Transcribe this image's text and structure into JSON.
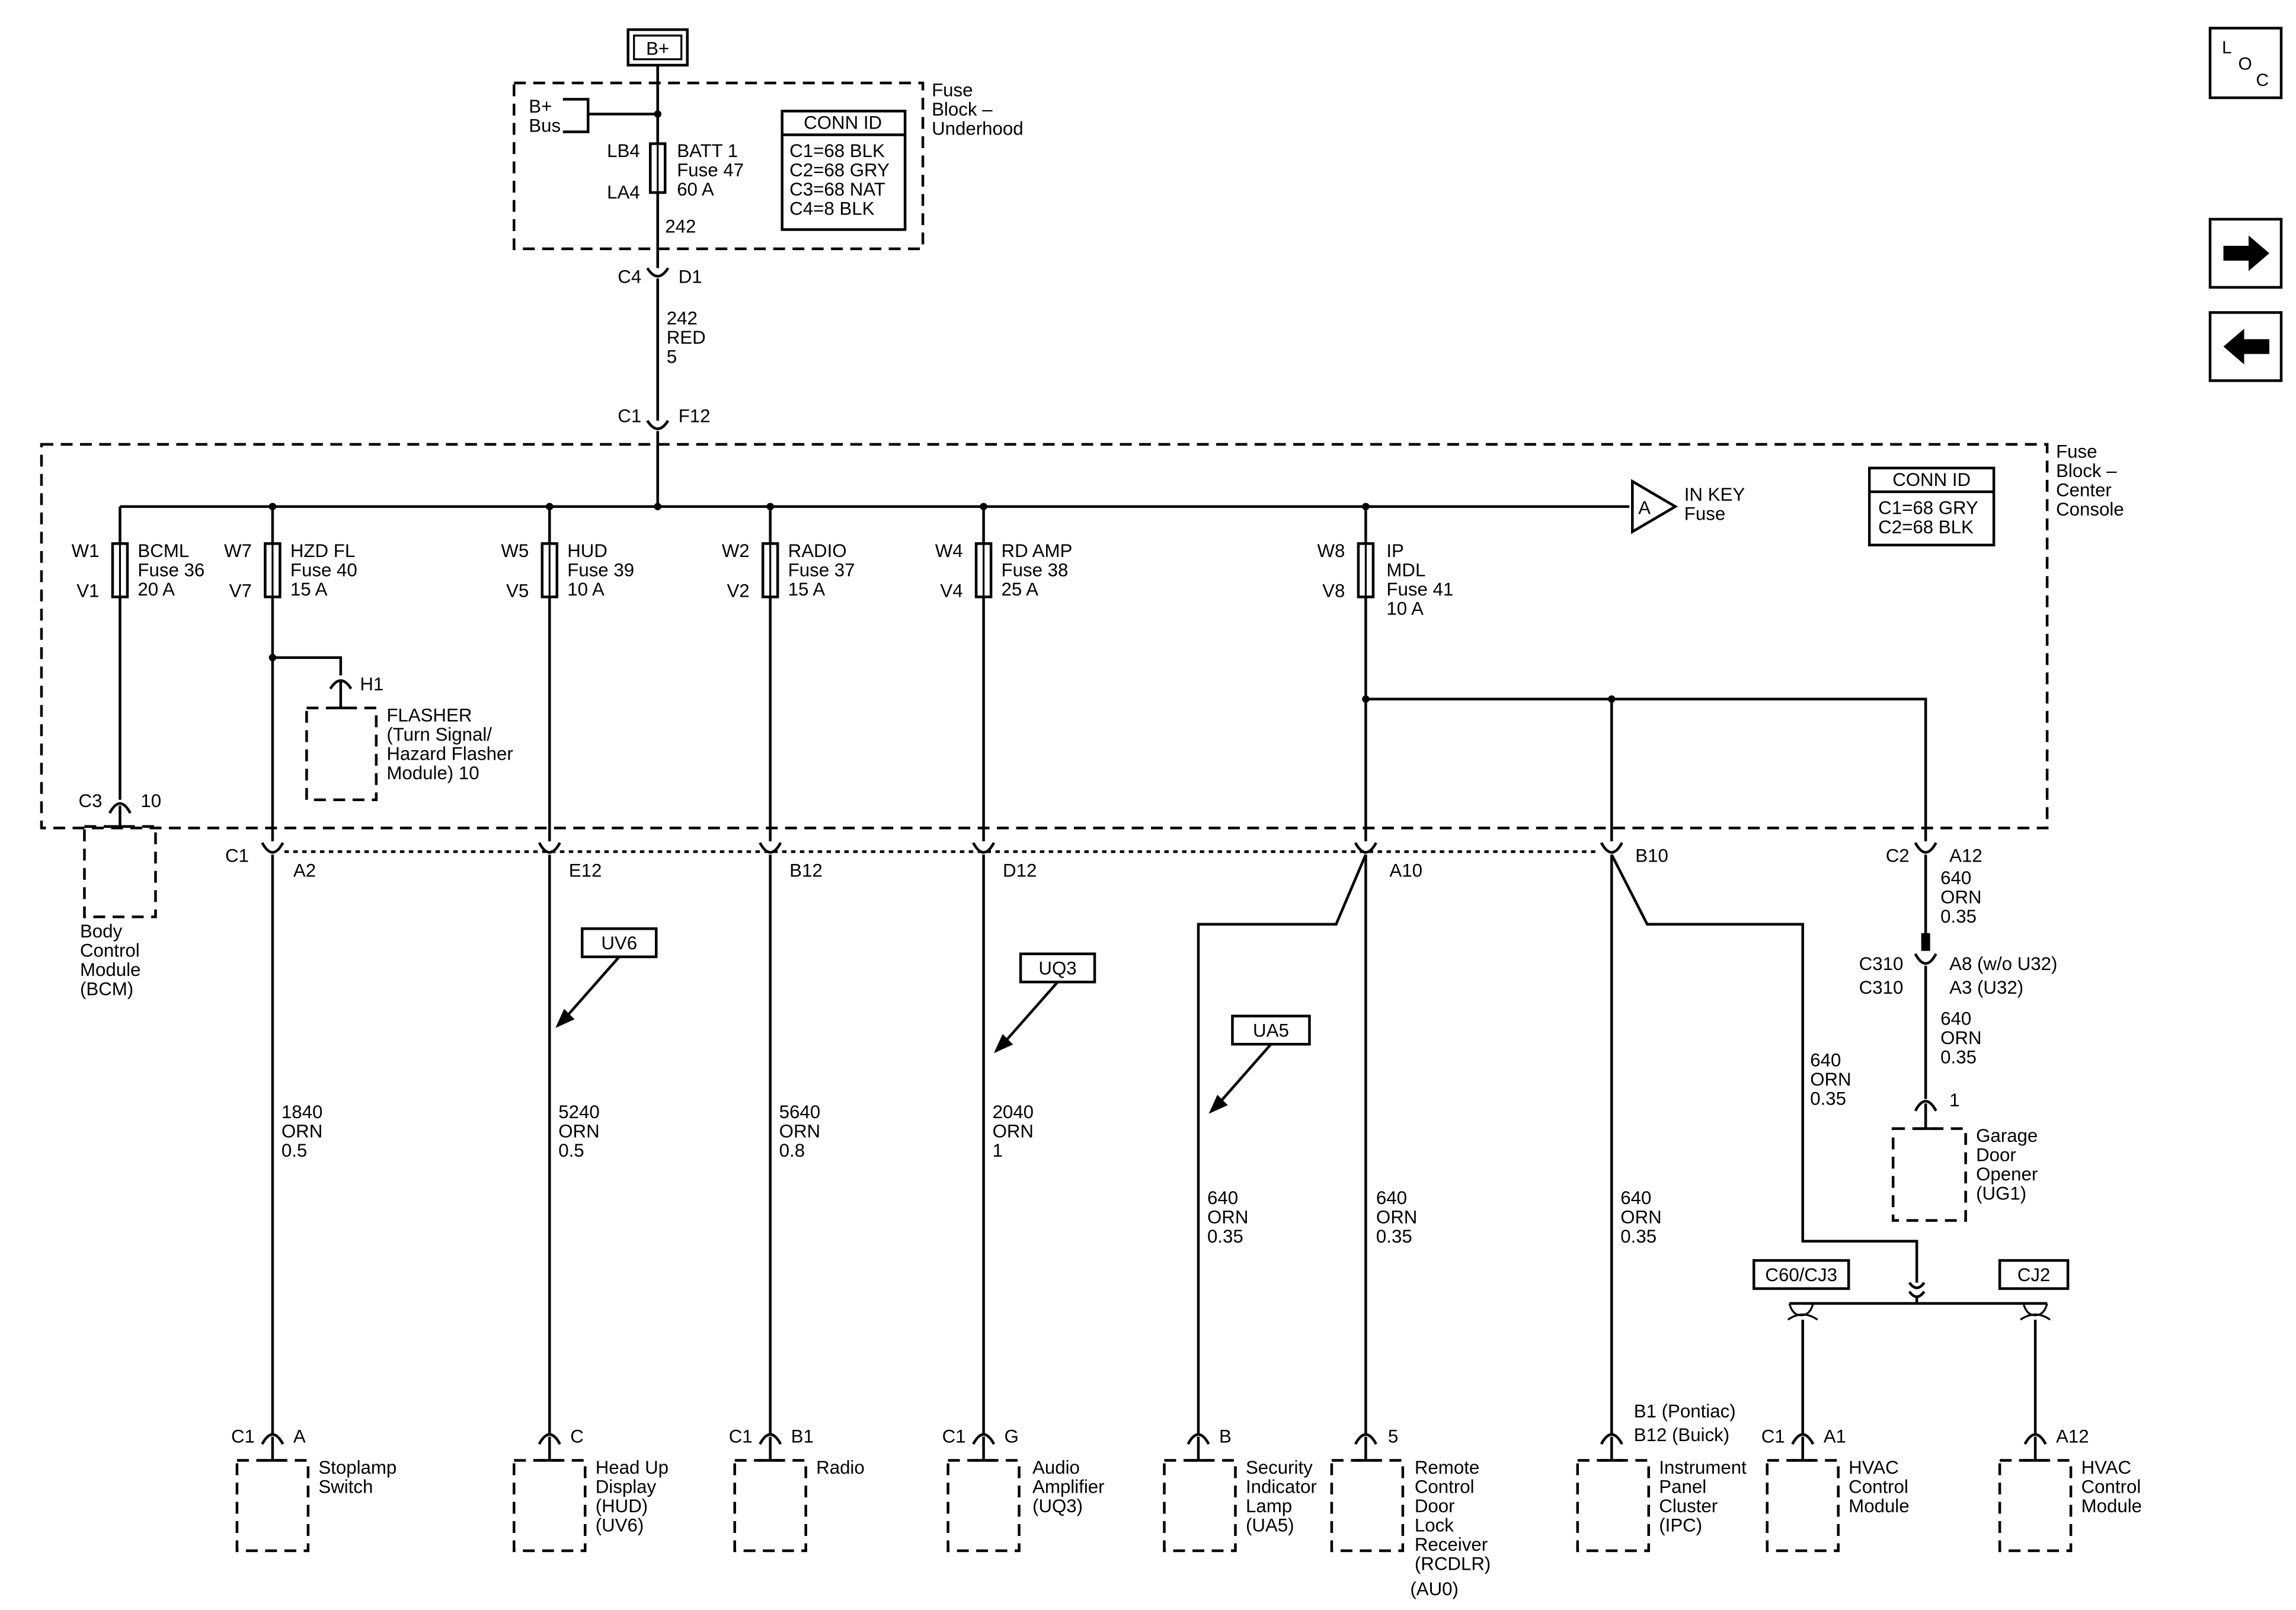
{
  "power": {
    "source": "B+"
  },
  "underhood": {
    "block_label": [
      "Fuse",
      "Block –",
      "Underhood"
    ],
    "bus_label": [
      "B+",
      "Bus"
    ],
    "fuse_top_cavity": "LB4",
    "fuse_bottom_cavity": "LA4",
    "fuse_lines": [
      "BATT 1",
      "Fuse 47",
      "60 A"
    ],
    "circuit": "242",
    "conn_title": "CONN ID",
    "conn_rows": [
      "C1=68 BLK",
      "C2=68 GRY",
      "C3=68 NAT",
      "C4=8 BLK"
    ]
  },
  "link_wire": {
    "upper_conn": "C4",
    "upper_pin": "D1",
    "wire_lines": [
      "242",
      "RED",
      "5"
    ],
    "lower_conn": "C1",
    "lower_pin": "F12"
  },
  "console": {
    "block_label": [
      "Fuse",
      "Block –",
      "Center",
      "Console"
    ],
    "conn_title": "CONN ID",
    "conn_rows": [
      "C1=68 GRY",
      "C2=68 BLK"
    ],
    "offpage_letter": "A",
    "offpage_label": [
      "IN KEY",
      "Fuse"
    ],
    "flasher_pin": "H1",
    "flasher_lines": [
      "FLASHER",
      "(Turn Signal/",
      "Hazard Flasher",
      "Module) 10"
    ],
    "bcm_conn": "C3",
    "bcm_pin": "10",
    "bcm_lines": [
      "Body",
      "Control",
      "Module",
      "(BCM)"
    ],
    "c1_label": "C1",
    "c2_label": "C2"
  },
  "fuses": [
    {
      "top": "W1",
      "bottom": "V1",
      "lines": [
        "BCML",
        "Fuse 36",
        "20 A"
      ]
    },
    {
      "top": "W7",
      "bottom": "V7",
      "lines": [
        "HZD FL",
        "Fuse 40",
        "15 A"
      ]
    },
    {
      "top": "W5",
      "bottom": "V5",
      "lines": [
        "HUD",
        "Fuse 39",
        "10 A"
      ]
    },
    {
      "top": "W2",
      "bottom": "V2",
      "lines": [
        "RADIO",
        "Fuse 37",
        "15 A"
      ]
    },
    {
      "top": "W4",
      "bottom": "V4",
      "lines": [
        "RD AMP",
        "Fuse 38",
        "25 A"
      ]
    },
    {
      "top": "W8",
      "bottom": "V8",
      "lines": [
        "IP",
        "MDL",
        "Fuse 41",
        "10 A"
      ]
    }
  ],
  "pins": {
    "stop": "A2",
    "hud": "E12",
    "radio": "B12",
    "amp": "D12",
    "sec": "A10",
    "ipc": "B10",
    "gdo": "A12"
  },
  "option_tags": {
    "hud": "UV6",
    "amp": "UQ3",
    "sec": "UA5",
    "hvac_left": "C60/CJ3",
    "hvac_right": "CJ2"
  },
  "wires": {
    "stop": [
      "1840",
      "ORN",
      "0.5"
    ],
    "hud": [
      "5240",
      "ORN",
      "0.5"
    ],
    "radio": [
      "5640",
      "ORN",
      "0.8"
    ],
    "amp": [
      "2040",
      "ORN",
      "1"
    ],
    "sec": [
      "640",
      "ORN",
      "0.35"
    ],
    "rcdlr": [
      "640",
      "ORN",
      "0.35"
    ],
    "ipc": [
      "640",
      "ORN",
      "0.35"
    ],
    "hvac": [
      "640",
      "ORN",
      "0.35"
    ],
    "gdo_upper": [
      "640",
      "ORN",
      "0.35"
    ],
    "gdo_lower": [
      "640",
      "ORN",
      "0.35"
    ]
  },
  "inline_conn": {
    "conn_a": "C310",
    "pin_a": "A8 (w/o U32)",
    "conn_b": "C310",
    "pin_b": "A3 (U32)"
  },
  "components": {
    "stop": {
      "conn": "C1",
      "pin": "A",
      "lines": [
        "Stoplamp",
        "Switch"
      ]
    },
    "hud": {
      "conn": "",
      "pin": "C",
      "lines": [
        "Head Up",
        "Display",
        "(HUD)",
        "(UV6)"
      ]
    },
    "radio": {
      "conn": "C1",
      "pin": "B1",
      "lines": [
        "Radio"
      ]
    },
    "amp": {
      "conn": "C1",
      "pin": "G",
      "lines": [
        "Audio",
        "Amplifier",
        "(UQ3)"
      ]
    },
    "sec": {
      "conn": "",
      "pin": "B",
      "lines": [
        "Security",
        "Indicator",
        "Lamp",
        "(UA5)"
      ]
    },
    "rcdlr": {
      "conn": "",
      "pin": "5",
      "lines": [
        "Remote",
        "Control",
        "Door",
        "Lock",
        "Receiver",
        "(RCDLR)",
        "(AU0)"
      ]
    },
    "ipc": {
      "pin_pontiac": "B1 (Pontiac)",
      "pin_buick": "B12 (Buick)",
      "lines": [
        "Instrument",
        "Panel",
        "Cluster",
        "(IPC)"
      ]
    },
    "hvac1": {
      "conn": "C1",
      "pin": "A1",
      "lines": [
        "HVAC",
        "Control",
        "Module"
      ]
    },
    "hvac2": {
      "conn": "",
      "pin": "A12",
      "lines": [
        "HVAC",
        "Control",
        "Module"
      ]
    },
    "gdo": {
      "pin": "1",
      "lines": [
        "Garage",
        "Door",
        "Opener",
        "(UG1)"
      ]
    }
  },
  "nav": {
    "loc_icon": "locator-icon",
    "next_icon": "arrow-right-icon",
    "prev_icon": "arrow-left-icon"
  }
}
